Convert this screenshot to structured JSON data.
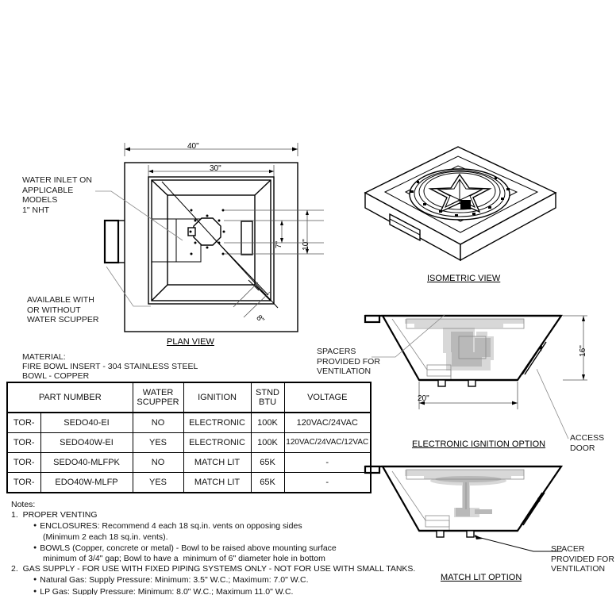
{
  "sheet": {
    "callouts": {
      "water_inlet": "WATER INLET ON\nAPPLICABLE\nMODELS\n1\" NHT",
      "available_scupper": "AVAILABLE WITH\nOR WITHOUT\nWATER SCUPPER",
      "spacers_ventilation": "SPACERS\nPROVIDED FOR\nVENTILATION",
      "spacer_ventilation": "SPACER\nPROVIDED FOR\nVENTILATION",
      "access_door": "ACCESS\nDOOR"
    },
    "material": {
      "line1": "MATERIAL:",
      "line2": "FIRE BOWL INSERT - 304 STAINLESS STEEL",
      "line3": "BOWL - COPPER"
    },
    "view_labels": {
      "plan": "PLAN VIEW",
      "isometric": "ISOMETRIC VIEW",
      "electronic": "ELECTRONIC IGNITION OPTION",
      "match_lit": "MATCH LIT OPTION"
    },
    "dimensions": {
      "outer_width": "40\"",
      "inner_width": "30\"",
      "burner_inner": "7\"",
      "burner_outer": "10\"",
      "diagonal": "8\"",
      "bowl_height": "16\"",
      "base_width": "20\""
    }
  },
  "table": {
    "headers": [
      "PART NUMBER",
      "WATER\nSCUPPER",
      "IGNITION",
      "STND\nBTU",
      "VOLTAGE"
    ],
    "header_part_number": "PART NUMBER",
    "header_water_scupper_l1": "WATER",
    "header_water_scupper_l2": "SCUPPER",
    "header_ignition": "IGNITION",
    "header_stnd_l1": "STND",
    "header_stnd_l2": "BTU",
    "header_voltage": "VOLTAGE",
    "rows": [
      {
        "prefix": "TOR-",
        "part": "SEDO40-EI",
        "scupper": "NO",
        "ignition": "ELECTRONIC",
        "btu": "100K",
        "voltage": "120VAC/24VAC"
      },
      {
        "prefix": "TOR-",
        "part": "SEDO40W-EI",
        "scupper": "YES",
        "ignition": "ELECTRONIC",
        "btu": "100K",
        "voltage": "120VAC/24VAC/12VAC"
      },
      {
        "prefix": "TOR-",
        "part": "SEDO40-MLFPK",
        "scupper": "NO",
        "ignition": "MATCH LIT",
        "btu": "65K",
        "voltage": "-"
      },
      {
        "prefix": "TOR-",
        "part": "EDO40W-MLFP",
        "scupper": "YES",
        "ignition": "MATCH LIT",
        "btu": "65K",
        "voltage": "-"
      }
    ]
  },
  "notes": {
    "title": "Notes:",
    "n1": "1.  PROPER VENTING",
    "n1a": "ENCLOSURES: Recommend 4 each 18 sq.in. vents on opposing sides",
    "n1a2": "(Minimum 2 each 18 sq.in. vents).",
    "n1b": "BOWLS (Copper, concrete or metal) - Bowl to be raised above mounting surface",
    "n1b2": "minimum of 3/4\" gap; Bowl to have a  minimum of 6\" diameter hole in bottom",
    "n2": "2.  GAS SUPPLY - FOR USE WITH FIXED PIPING SYSTEMS ONLY - NOT FOR USE WITH SMALL TANKS.",
    "n2a": "Natural Gas: Supply Pressure: Minimum: 3.5\" W.C.; Maximum: 7.0\" W.C.",
    "n2b": "LP Gas: Supply Pressure: Minimum: 8.0\" W.C.; Maximum 11.0\" W.C."
  },
  "colors": {
    "line": "#000000",
    "leader": "#8a8a8a",
    "ghost": "#b9b9b9",
    "text": "#111111"
  }
}
